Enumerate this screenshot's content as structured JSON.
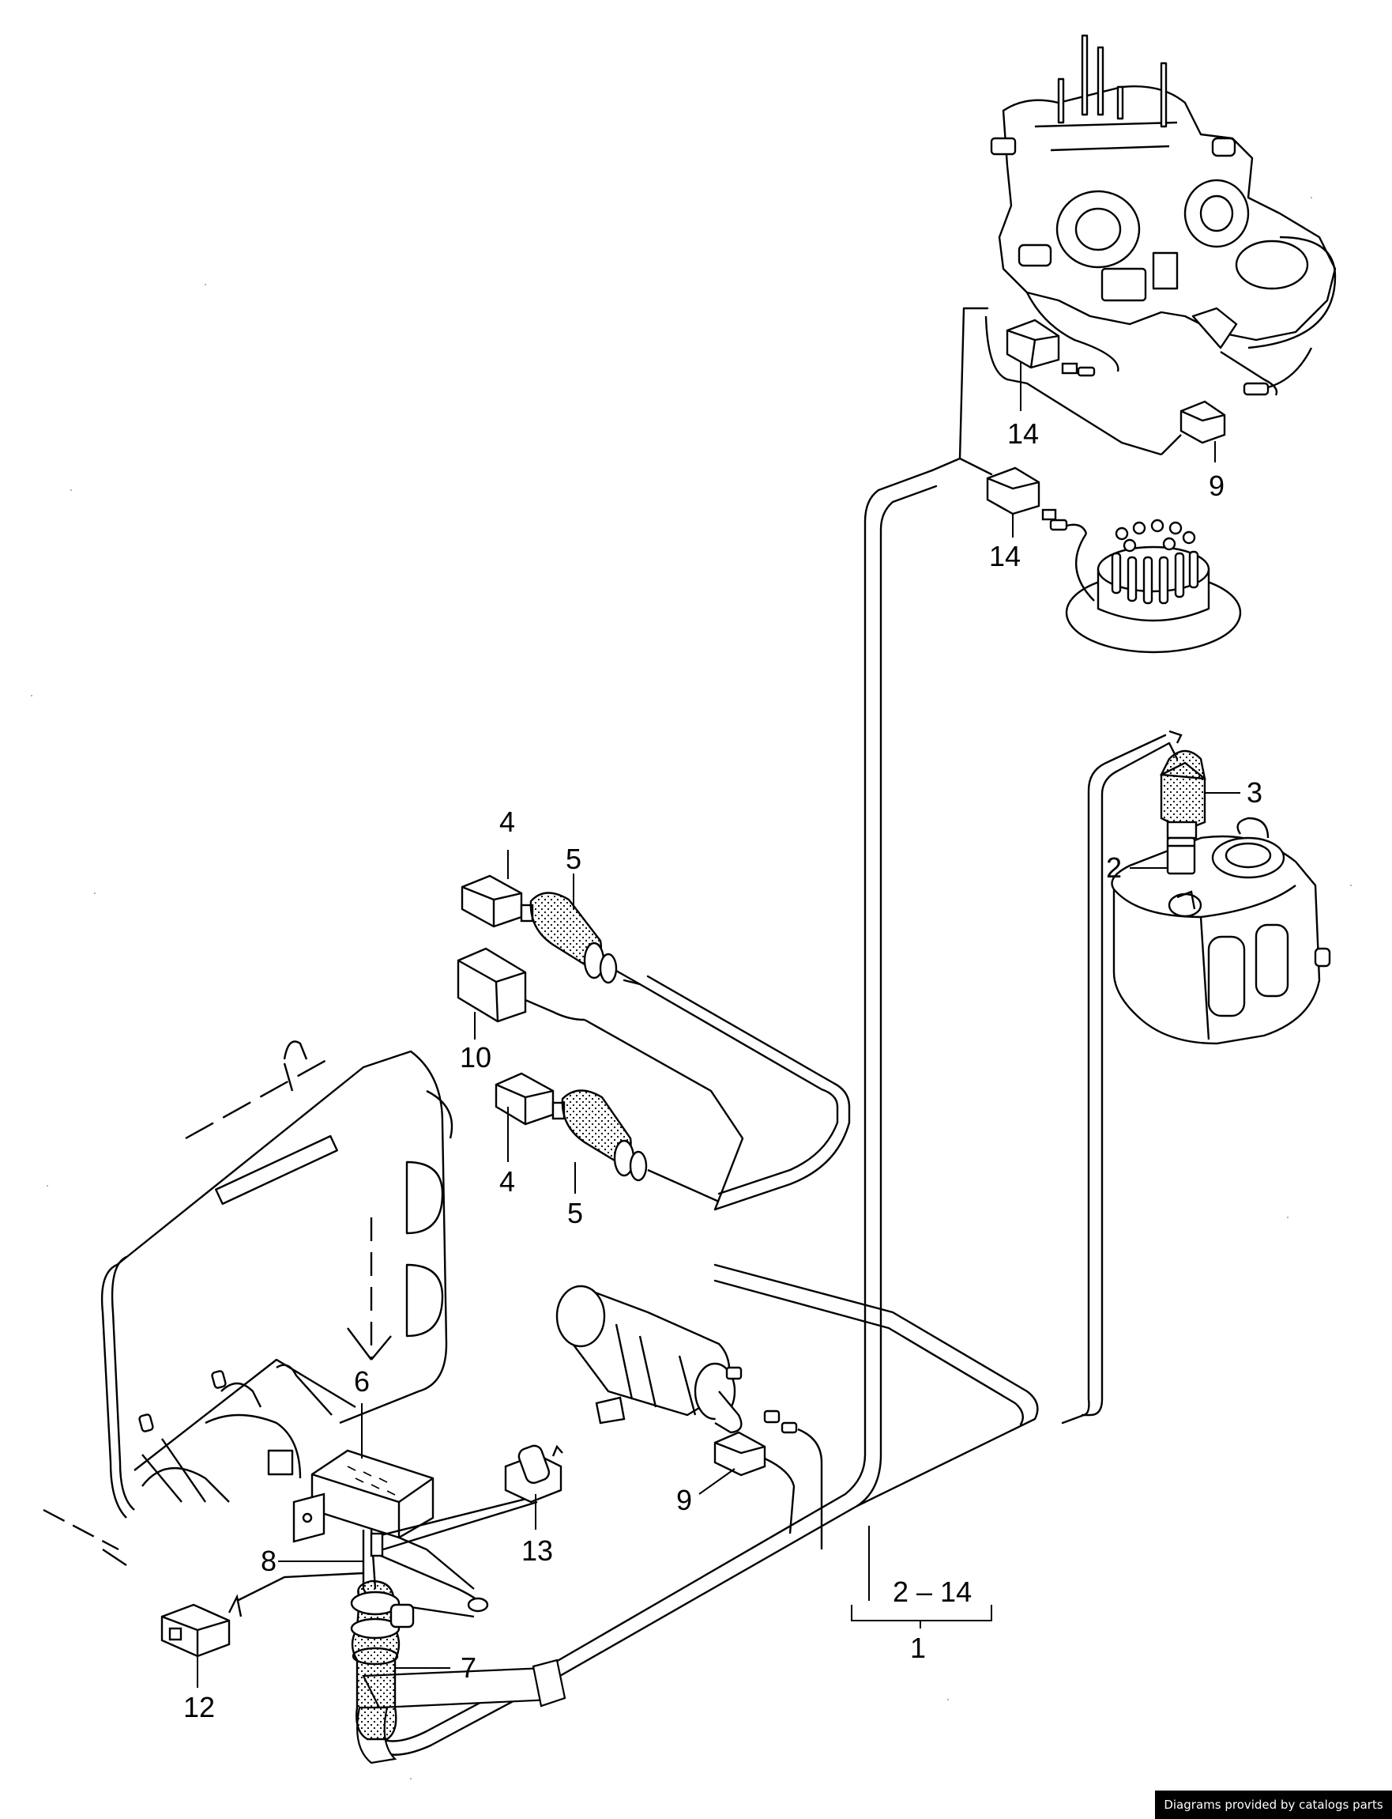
{
  "callouts": {
    "c14a": "14",
    "c9a": "9",
    "c14b": "14",
    "c3": "3",
    "c2": "2",
    "c4a": "4",
    "c5a": "5",
    "c10": "10",
    "c4b": "4",
    "c5b": "5",
    "c6": "6",
    "c9b": "9",
    "c13": "13",
    "c8": "8",
    "c7": "7",
    "c12": "12",
    "range": "2 – 14",
    "c1": "1"
  },
  "credit": "Diagrams provided by catalogs parts"
}
